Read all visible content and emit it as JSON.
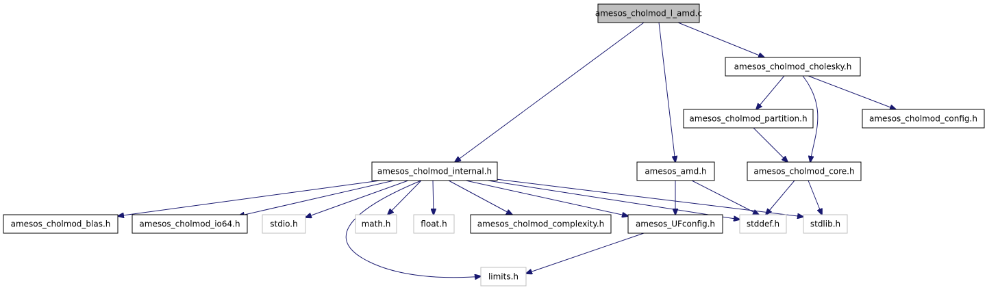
{
  "graph": {
    "root": "amesos_cholmod_l_amd.c",
    "colors": {
      "root_fill": "#bfbfbf",
      "node_fill": "#ffffff",
      "node_border": "#000000",
      "external_border": "#bfbfbf",
      "external_text": "#000000",
      "edge": "#191970"
    },
    "nodes": [
      {
        "id": "root",
        "label": "amesos_cholmod_l_amd.c",
        "kind": "root"
      },
      {
        "id": "cholesky",
        "label": "amesos_cholmod_cholesky.h",
        "kind": "header"
      },
      {
        "id": "partition",
        "label": "amesos_cholmod_partition.h",
        "kind": "header"
      },
      {
        "id": "config",
        "label": "amesos_cholmod_config.h",
        "kind": "header"
      },
      {
        "id": "internal",
        "label": "amesos_cholmod_internal.h",
        "kind": "header"
      },
      {
        "id": "amd",
        "label": "amesos_amd.h",
        "kind": "header"
      },
      {
        "id": "core",
        "label": "amesos_cholmod_core.h",
        "kind": "header"
      },
      {
        "id": "blas",
        "label": "amesos_cholmod_blas.h",
        "kind": "header"
      },
      {
        "id": "io64",
        "label": "amesos_cholmod_io64.h",
        "kind": "header"
      },
      {
        "id": "stdio",
        "label": "stdio.h",
        "kind": "external"
      },
      {
        "id": "math",
        "label": "math.h",
        "kind": "external"
      },
      {
        "id": "float",
        "label": "float.h",
        "kind": "external"
      },
      {
        "id": "complexity",
        "label": "amesos_cholmod_complexity.h",
        "kind": "header"
      },
      {
        "id": "ufconfig",
        "label": "amesos_UFconfig.h",
        "kind": "header"
      },
      {
        "id": "stddef",
        "label": "stddef.h",
        "kind": "external"
      },
      {
        "id": "stdlib",
        "label": "stdlib.h",
        "kind": "external"
      },
      {
        "id": "limits",
        "label": "limits.h",
        "kind": "external"
      }
    ],
    "edges": [
      {
        "from": "root",
        "to": "internal"
      },
      {
        "from": "root",
        "to": "amd"
      },
      {
        "from": "root",
        "to": "cholesky"
      },
      {
        "from": "cholesky",
        "to": "partition"
      },
      {
        "from": "cholesky",
        "to": "core"
      },
      {
        "from": "cholesky",
        "to": "config"
      },
      {
        "from": "partition",
        "to": "core"
      },
      {
        "from": "internal",
        "to": "blas"
      },
      {
        "from": "internal",
        "to": "io64"
      },
      {
        "from": "internal",
        "to": "stdio"
      },
      {
        "from": "internal",
        "to": "limits"
      },
      {
        "from": "internal",
        "to": "math"
      },
      {
        "from": "internal",
        "to": "float"
      },
      {
        "from": "internal",
        "to": "complexity"
      },
      {
        "from": "internal",
        "to": "ufconfig"
      },
      {
        "from": "internal",
        "to": "stddef"
      },
      {
        "from": "internal",
        "to": "stdlib"
      },
      {
        "from": "amd",
        "to": "ufconfig"
      },
      {
        "from": "amd",
        "to": "stddef"
      },
      {
        "from": "core",
        "to": "stddef"
      },
      {
        "from": "core",
        "to": "stdlib"
      },
      {
        "from": "ufconfig",
        "to": "limits"
      }
    ]
  }
}
